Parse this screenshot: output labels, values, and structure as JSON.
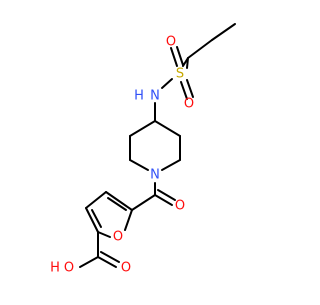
{
  "colors": {
    "carbon_bond": "#000000",
    "oxygen": "#ff0d0d",
    "nitrogen": "#3050f8",
    "sulfur": "#c6a800",
    "background": "#ffffff"
  },
  "atoms": {
    "o_sulfonyl_top": "O",
    "o_sulfonyl_bottom": "O",
    "sulfur": "S",
    "amine_n": "N",
    "amine_h": "H",
    "piperidine_n": "N",
    "carbonyl_o": "O",
    "furan_o": "O",
    "acid_carbonyl_o": "O",
    "acid_hydroxyl_h": "H",
    "acid_hydroxyl_o": "O"
  }
}
